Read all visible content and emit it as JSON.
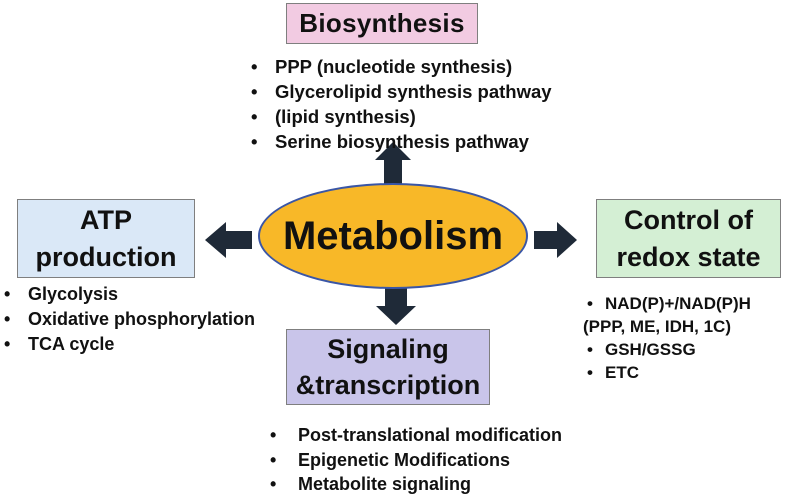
{
  "center": {
    "label": "Metabolism"
  },
  "nodes": {
    "biosynthesis": {
      "title": "Biosynthesis",
      "items": [
        "PPP (nucleotide synthesis)",
        "Glycerolipid synthesis pathway",
        "(lipid synthesis)",
        "Serine biosynthesis pathway"
      ]
    },
    "atp": {
      "title": "ATP\nproduction",
      "items": [
        "Glycolysis",
        "Oxidative phosphorylation",
        "TCA cycle"
      ]
    },
    "redox": {
      "title": "Control of\nredox state",
      "items": [
        "NAD(P)+/NAD(P)H",
        "(PPP, ME, IDH, 1C)",
        "GSH/GSSG",
        "ETC"
      ]
    },
    "signaling": {
      "title": "Signaling\n&transcription",
      "items": [
        "Post-translational modification",
        "Epigenetic Modifications",
        "Metabolite signaling"
      ]
    }
  },
  "colors": {
    "biosynthesis_box": "#f2cbe2",
    "atp_box": "#dae8f7",
    "redox_box": "#d4efd4",
    "signaling_box": "#c9c5ea",
    "center_fill": "#f8b828",
    "center_border": "#3a56a6",
    "arrow_fill": "#1f2a38"
  }
}
